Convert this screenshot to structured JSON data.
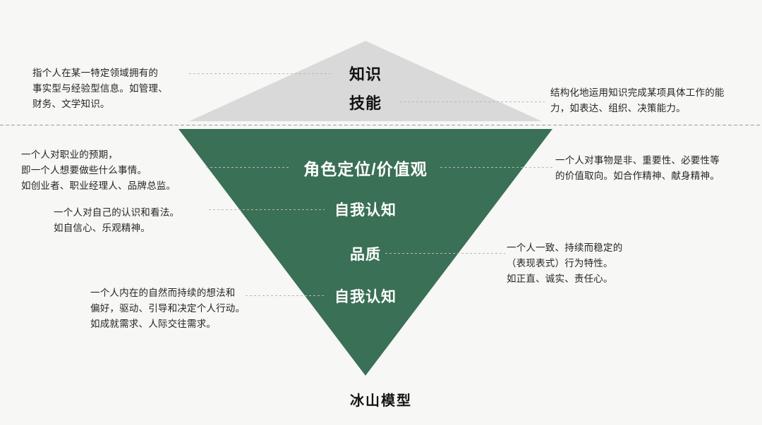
{
  "caption": "冰山模型",
  "colors": {
    "background": "#f7f7f5",
    "above_water": "#d9d9d9",
    "below_water": "#3a7055",
    "waterline": "#9a9a9a",
    "leader": "#b4b4b4",
    "text_dark": "#262626",
    "text_light": "#ffffff"
  },
  "bands": [
    {
      "id": "knowledge",
      "label": "知识",
      "zone": "above"
    },
    {
      "id": "skill",
      "label": "技能",
      "zone": "above"
    },
    {
      "id": "role",
      "label": "角色定位/价值观",
      "zone": "below"
    },
    {
      "id": "self-1",
      "label": "自我认知",
      "zone": "below"
    },
    {
      "id": "quality",
      "label": "品质",
      "zone": "below"
    },
    {
      "id": "self-2",
      "label": "自我认知",
      "zone": "below"
    }
  ],
  "notes": {
    "knowledge": "指个人在某一特定领域拥有的\n事实型与经验型信息。如管理、\n财务、文学知识。",
    "skill": "结构化地运用知识完成某项具体工作的能\n力，如表达、组织、决策能力。",
    "role": "一个人对职业的预期，\n即一个人想要做些什么事情。\n如创业者、职业经理人、品牌总监。",
    "values": "一个人对事物是非、重要性、必要性等\n的价值取向。如合作精神、献身精神。",
    "self_awareness": "一个人对自己的认识和看法。\n如自信心、乐观精神。",
    "quality": "一个人一致、持续而稳定的\n（表现表式）行为特性。\n如正直、诚实、责任心。",
    "motive": "一个人内在的自然而持续的想法和\n偏好，驱动、引导和决定个人行动。\n如成就需求、人际交往需求。"
  }
}
